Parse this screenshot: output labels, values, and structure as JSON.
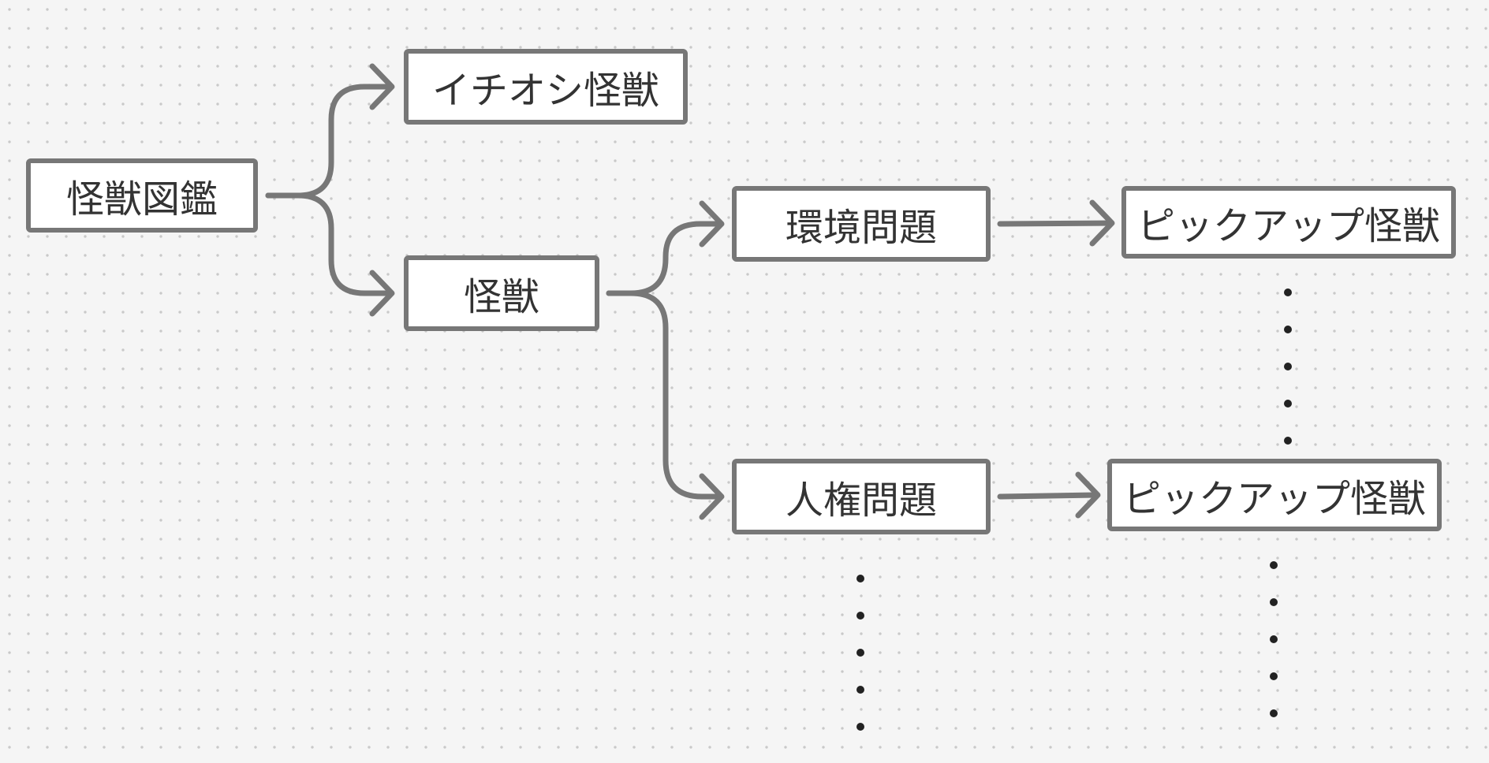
{
  "diagram": {
    "nodes": {
      "root": {
        "label": "怪獣図鑑"
      },
      "featured": {
        "label": "イチオシ怪獣"
      },
      "kaiju": {
        "label": "怪獣"
      },
      "environment": {
        "label": "環境問題"
      },
      "human_rights": {
        "label": "人権問題"
      },
      "pickup_env": {
        "label": "ピックアップ怪獣"
      },
      "pickup_hr": {
        "label": "ピックアップ怪獣"
      }
    },
    "edges": [
      {
        "from": "root",
        "to": "featured"
      },
      {
        "from": "root",
        "to": "kaiju"
      },
      {
        "from": "kaiju",
        "to": "environment"
      },
      {
        "from": "kaiju",
        "to": "human_rights"
      },
      {
        "from": "environment",
        "to": "pickup_env"
      },
      {
        "from": "human_rights",
        "to": "pickup_hr"
      }
    ],
    "continuation_markers": [
      {
        "below": "pickup_env",
        "symbol": "⋮"
      },
      {
        "below": "human_rights",
        "symbol": "⋮"
      },
      {
        "below": "pickup_hr",
        "symbol": "⋮"
      }
    ]
  },
  "colors": {
    "background": "#f5f5f5",
    "grid_dot": "#c9c9c9",
    "stroke": "#777777",
    "node_fill": "#ffffff",
    "text": "#333333",
    "ellipsis_dot": "#222222"
  }
}
